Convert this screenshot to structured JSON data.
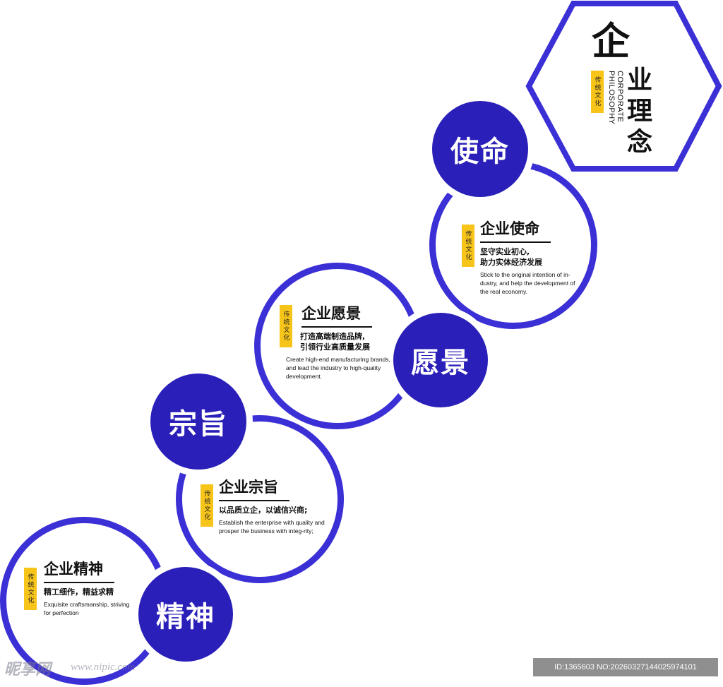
{
  "header": {
    "big_char": "企",
    "stack_chars": "业理念",
    "english": "CORPORATE PHILOSOPHY",
    "stamp": "传统文化"
  },
  "sections": [
    {
      "key": "mission",
      "disc_label": "使命",
      "title": "企业使命",
      "zh_lines": [
        "坚守实业初心,",
        "助力实体经济发展"
      ],
      "en": "Stick to the original intention of in-dustry, and help the development of the real economy.",
      "stamp": "传统文化"
    },
    {
      "key": "vision",
      "disc_label": "愿景",
      "title": "企业愿景",
      "zh_lines": [
        "打造高端制造品牌,",
        "引领行业高质量发展"
      ],
      "en": "Create high-end manufacturing brands, and lead the industry to high-quality development.",
      "stamp": "传统文化"
    },
    {
      "key": "purpose",
      "disc_label": "宗旨",
      "title": "企业宗旨",
      "zh_lines": [
        "以品质立企，以诚信兴商;"
      ],
      "en": "Establish the enterprise with quality and prosper the business with integ-rity;",
      "stamp": "传统文化"
    },
    {
      "key": "spirit",
      "disc_label": "精神",
      "title": "企业精神",
      "zh_lines": [
        "精工细作，精益求精"
      ],
      "en": "Exquisite craftsmanship, striving for perfection",
      "stamp": "传统文化"
    }
  ],
  "watermark": {
    "logo_text": "昵享网",
    "url": "www.nipic.com",
    "id_line": "ID:1365603 NO:20260327144025974101"
  },
  "colors": {
    "ring": "#3b2fd6",
    "disc": "#2a1fb8",
    "stamp": "#f7c41a"
  }
}
